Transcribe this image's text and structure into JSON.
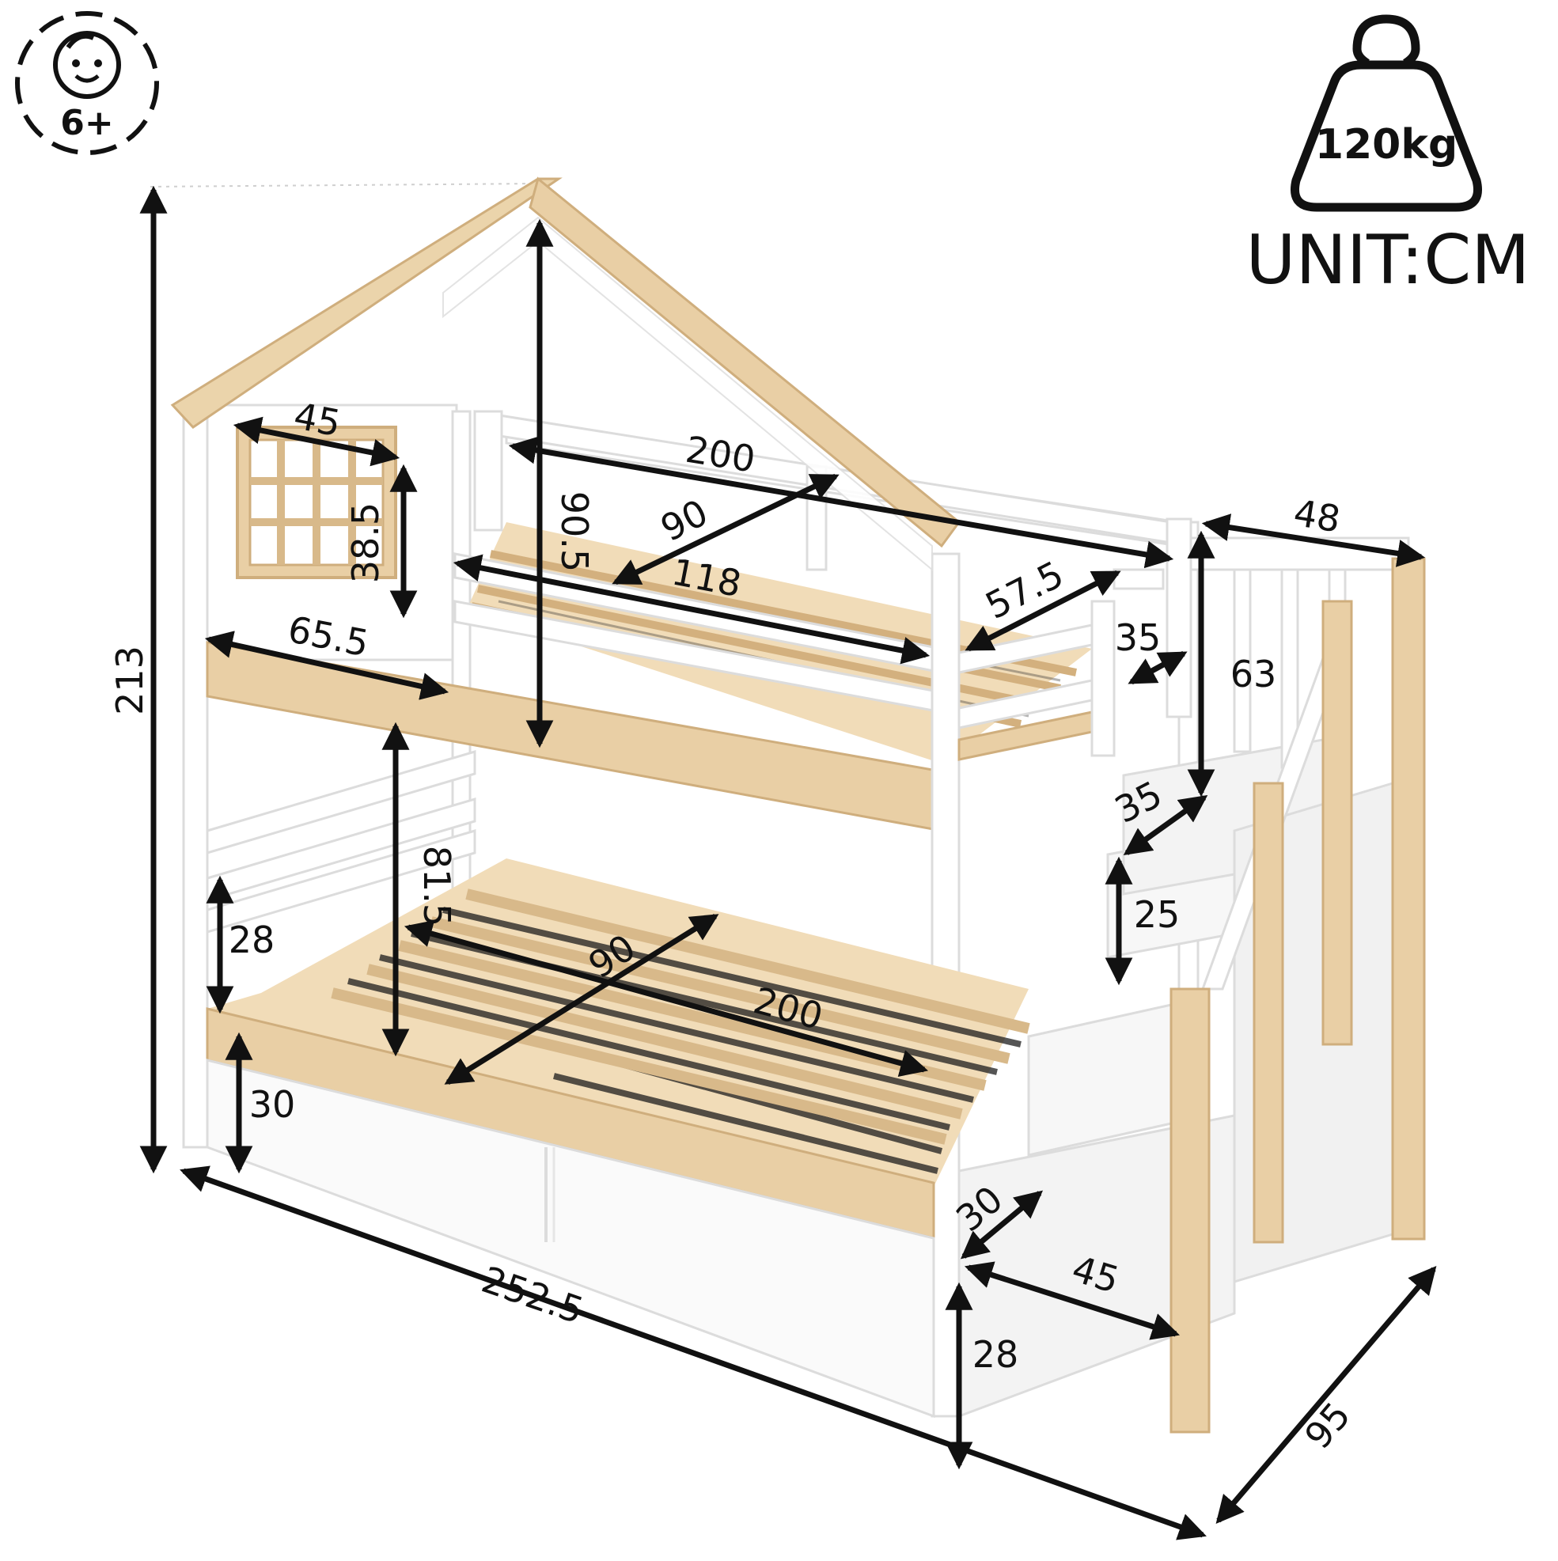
{
  "badges": {
    "age": {
      "label": "6+",
      "icon": "child-face-icon"
    },
    "weight": {
      "label": "120kg",
      "icon": "weight-icon"
    },
    "unit": "UNIT:CM"
  },
  "dimensions": {
    "total_height": "213",
    "window_width": "45",
    "window_height": "38.5",
    "roof_height": "90.5",
    "top_length": "200",
    "top_width": "90",
    "top_guard_length": "118",
    "top_front_gap": "57.5",
    "top_left_gap": "65.5",
    "stair_width": "48",
    "step_depth_top": "35",
    "stair_rail_height": "63",
    "step_depth_mid": "35",
    "step_height": "25",
    "bottom_clearance": "81.5",
    "bottom_width": "90",
    "bottom_length": "200",
    "bottom_guard_height": "28",
    "floor_clearance": "30",
    "step_depth_low": "30",
    "stair_length": "45",
    "bottom_step_height": "28",
    "total_length": "252.5",
    "total_depth": "95"
  },
  "colors": {
    "wood": "#e9cfa5",
    "wood_dark": "#d8b98a",
    "white_frame": "#ffffff",
    "frame_shadow": "#e4e4e4",
    "ink": "#111111"
  }
}
